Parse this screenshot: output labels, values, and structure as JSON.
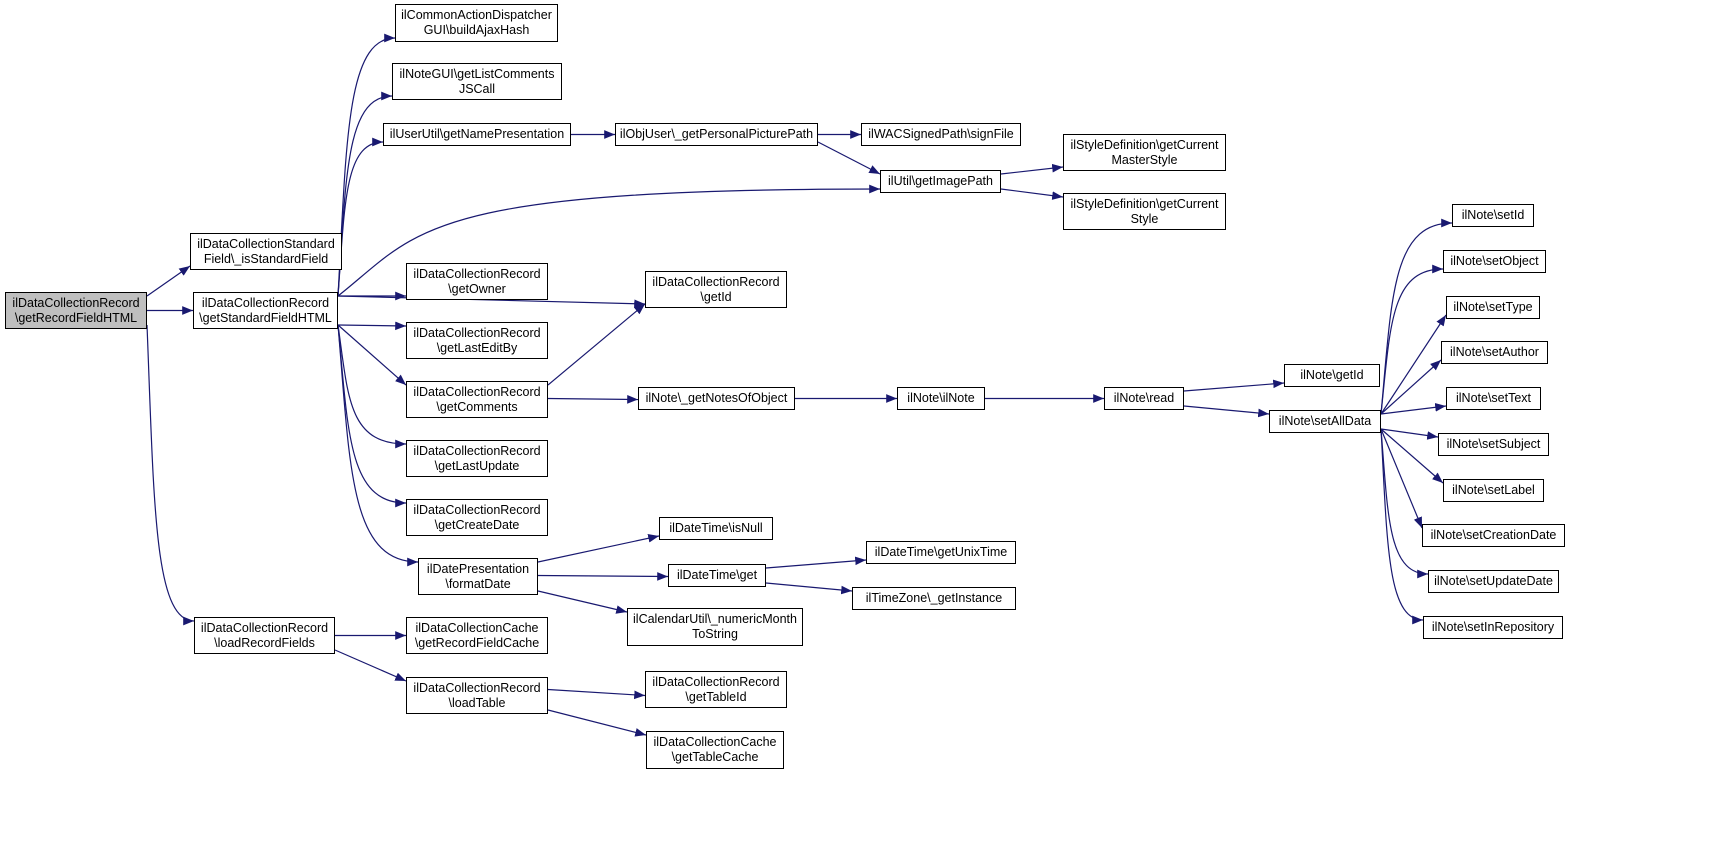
{
  "edge_color": "#191970",
  "root_fill": "#bfbfbf",
  "nodes": [
    {
      "id": "root",
      "lines": [
        "ilDataCollectionRecord",
        "\\getRecordFieldHTML"
      ]
    },
    {
      "id": "isStandardField",
      "lines": [
        "ilDataCollectionStandard",
        "Field\\_isStandardField"
      ]
    },
    {
      "id": "getStandardFieldHTML",
      "lines": [
        "ilDataCollectionRecord",
        "\\getStandardFieldHTML"
      ]
    },
    {
      "id": "loadRecordFields",
      "lines": [
        "ilDataCollectionRecord",
        "\\loadRecordFields"
      ]
    },
    {
      "id": "buildAjaxHash",
      "lines": [
        "ilCommonActionDispatcher",
        "GUI\\buildAjaxHash"
      ]
    },
    {
      "id": "getListCommentsJSCall",
      "lines": [
        "ilNoteGUI\\getListComments",
        "JSCall"
      ]
    },
    {
      "id": "getNamePresentation",
      "lines": [
        "ilUserUtil\\getNamePresentation"
      ]
    },
    {
      "id": "getOwner",
      "lines": [
        "ilDataCollectionRecord",
        "\\getOwner"
      ]
    },
    {
      "id": "getLastEditBy",
      "lines": [
        "ilDataCollectionRecord",
        "\\getLastEditBy"
      ]
    },
    {
      "id": "getComments",
      "lines": [
        "ilDataCollectionRecord",
        "\\getComments"
      ]
    },
    {
      "id": "getLastUpdate",
      "lines": [
        "ilDataCollectionRecord",
        "\\getLastUpdate"
      ]
    },
    {
      "id": "getCreateDate",
      "lines": [
        "ilDataCollectionRecord",
        "\\getCreateDate"
      ]
    },
    {
      "id": "formatDate",
      "lines": [
        "ilDatePresentation",
        "\\formatDate"
      ]
    },
    {
      "id": "getRecordFieldCache",
      "lines": [
        "ilDataCollectionCache",
        "\\getRecordFieldCache"
      ]
    },
    {
      "id": "loadTable",
      "lines": [
        "ilDataCollectionRecord",
        "\\loadTable"
      ]
    },
    {
      "id": "getPersonalPicturePath",
      "lines": [
        "ilObjUser\\_getPersonalPicturePath"
      ]
    },
    {
      "id": "getId",
      "lines": [
        "ilDataCollectionRecord",
        "\\getId"
      ]
    },
    {
      "id": "getNotesOfObject",
      "lines": [
        "ilNote\\_getNotesOfObject"
      ]
    },
    {
      "id": "isNull",
      "lines": [
        "ilDateTime\\isNull"
      ]
    },
    {
      "id": "dtGet",
      "lines": [
        "ilDateTime\\get"
      ]
    },
    {
      "id": "numericMonth",
      "lines": [
        "ilCalendarUtil\\_numericMonth",
        "ToString"
      ]
    },
    {
      "id": "getTableId",
      "lines": [
        "ilDataCollectionRecord",
        "\\getTableId"
      ]
    },
    {
      "id": "getTableCache",
      "lines": [
        "ilDataCollectionCache",
        "\\getTableCache"
      ]
    },
    {
      "id": "signFile",
      "lines": [
        "ilWACSignedPath\\signFile"
      ]
    },
    {
      "id": "getImagePath",
      "lines": [
        "ilUtil\\getImagePath"
      ]
    },
    {
      "id": "ilNoteCtor",
      "lines": [
        "ilNote\\ilNote"
      ]
    },
    {
      "id": "getUnixTime",
      "lines": [
        "ilDateTime\\getUnixTime"
      ]
    },
    {
      "id": "getInstance",
      "lines": [
        "ilTimeZone\\_getInstance"
      ]
    },
    {
      "id": "getCurrentMasterStyle",
      "lines": [
        "ilStyleDefinition\\getCurrent",
        "MasterStyle"
      ]
    },
    {
      "id": "getCurrentStyle",
      "lines": [
        "ilStyleDefinition\\getCurrent",
        "Style"
      ]
    },
    {
      "id": "noteRead",
      "lines": [
        "ilNote\\read"
      ]
    },
    {
      "id": "noteGetId",
      "lines": [
        "ilNote\\getId"
      ]
    },
    {
      "id": "setAllData",
      "lines": [
        "ilNote\\setAllData"
      ]
    },
    {
      "id": "setId",
      "lines": [
        "ilNote\\setId"
      ]
    },
    {
      "id": "setObject",
      "lines": [
        "ilNote\\setObject"
      ]
    },
    {
      "id": "setType",
      "lines": [
        "ilNote\\setType"
      ]
    },
    {
      "id": "setAuthor",
      "lines": [
        "ilNote\\setAuthor"
      ]
    },
    {
      "id": "setText",
      "lines": [
        "ilNote\\setText"
      ]
    },
    {
      "id": "setSubject",
      "lines": [
        "ilNote\\setSubject"
      ]
    },
    {
      "id": "setLabel",
      "lines": [
        "ilNote\\setLabel"
      ]
    },
    {
      "id": "setCreationDate",
      "lines": [
        "ilNote\\setCreationDate"
      ]
    },
    {
      "id": "setUpdateDate",
      "lines": [
        "ilNote\\setUpdateDate"
      ]
    },
    {
      "id": "setInRepository",
      "lines": [
        "ilNote\\setInRepository"
      ]
    }
  ],
  "edges": [
    [
      "root",
      "isStandardField"
    ],
    [
      "root",
      "getStandardFieldHTML"
    ],
    [
      "root",
      "loadRecordFields"
    ],
    [
      "getStandardFieldHTML",
      "buildAjaxHash"
    ],
    [
      "getStandardFieldHTML",
      "getListCommentsJSCall"
    ],
    [
      "getStandardFieldHTML",
      "getNamePresentation"
    ],
    [
      "getStandardFieldHTML",
      "getImagePath"
    ],
    [
      "getStandardFieldHTML",
      "getId"
    ],
    [
      "getStandardFieldHTML",
      "getOwner"
    ],
    [
      "getStandardFieldHTML",
      "getLastEditBy"
    ],
    [
      "getStandardFieldHTML",
      "getComments"
    ],
    [
      "getStandardFieldHTML",
      "getLastUpdate"
    ],
    [
      "getStandardFieldHTML",
      "getCreateDate"
    ],
    [
      "getStandardFieldHTML",
      "formatDate"
    ],
    [
      "getNamePresentation",
      "getPersonalPicturePath"
    ],
    [
      "getPersonalPicturePath",
      "signFile"
    ],
    [
      "getPersonalPicturePath",
      "getImagePath"
    ],
    [
      "getImagePath",
      "getCurrentMasterStyle"
    ],
    [
      "getImagePath",
      "getCurrentStyle"
    ],
    [
      "getComments",
      "getId"
    ],
    [
      "getComments",
      "getNotesOfObject"
    ],
    [
      "getNotesOfObject",
      "ilNoteCtor"
    ],
    [
      "ilNoteCtor",
      "noteRead"
    ],
    [
      "noteRead",
      "noteGetId"
    ],
    [
      "noteRead",
      "setAllData"
    ],
    [
      "setAllData",
      "setId"
    ],
    [
      "setAllData",
      "setObject"
    ],
    [
      "setAllData",
      "setType"
    ],
    [
      "setAllData",
      "setAuthor"
    ],
    [
      "setAllData",
      "setText"
    ],
    [
      "setAllData",
      "setSubject"
    ],
    [
      "setAllData",
      "setLabel"
    ],
    [
      "setAllData",
      "setCreationDate"
    ],
    [
      "setAllData",
      "setUpdateDate"
    ],
    [
      "setAllData",
      "setInRepository"
    ],
    [
      "formatDate",
      "isNull"
    ],
    [
      "formatDate",
      "dtGet"
    ],
    [
      "formatDate",
      "numericMonth"
    ],
    [
      "dtGet",
      "getUnixTime"
    ],
    [
      "dtGet",
      "getInstance"
    ],
    [
      "loadRecordFields",
      "getRecordFieldCache"
    ],
    [
      "loadRecordFields",
      "loadTable"
    ],
    [
      "loadTable",
      "getTableId"
    ],
    [
      "loadTable",
      "getTableCache"
    ]
  ]
}
